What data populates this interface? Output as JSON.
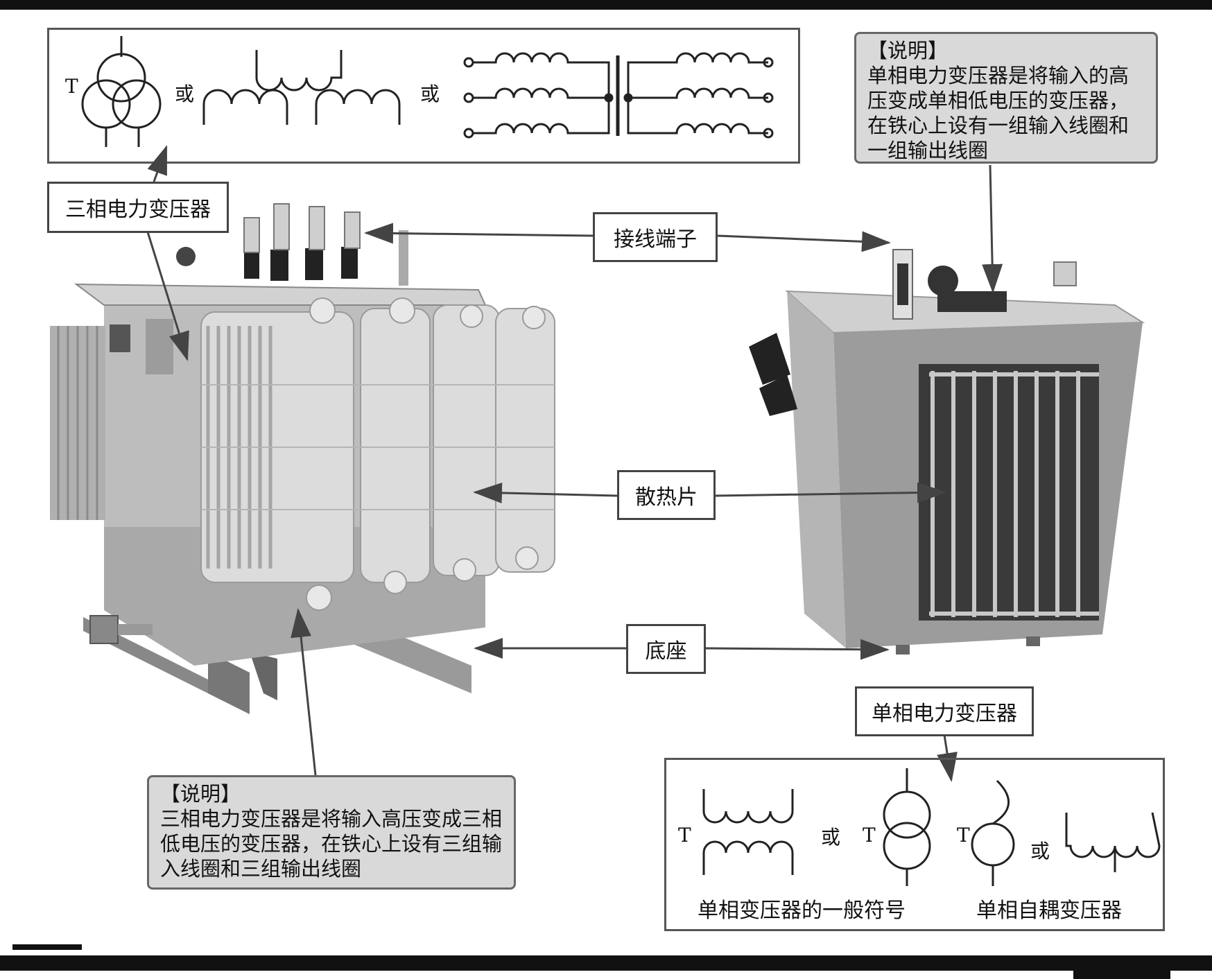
{
  "three_phase": {
    "label": "三相电力变压器",
    "symbol_or_1": "或",
    "symbol_or_2": "或",
    "symbol_T": "T",
    "note_title": "【说明】",
    "note_body": "三相电力变压器是将输入高压变成三相低电压的变压器，在铁心上设有三组输入线圈和三组输出线圈"
  },
  "single_phase": {
    "label": "单相电力变压器",
    "note_title": "【说明】",
    "note_body": "单相电力变压器是将输入的高压变成单相低电压的变压器，在铁心上设有一组输入线圈和一组输出线圈",
    "symbol_T1": "T",
    "symbol_T2": "T",
    "symbol_T3": "T",
    "symbol_or_1": "或",
    "symbol_or_2": "或",
    "caption_general": "单相变压器的一般符号",
    "caption_auto": "单相自耦变压器"
  },
  "callouts": {
    "terminal": "接线端子",
    "radiator": "散热片",
    "base": "底座"
  }
}
